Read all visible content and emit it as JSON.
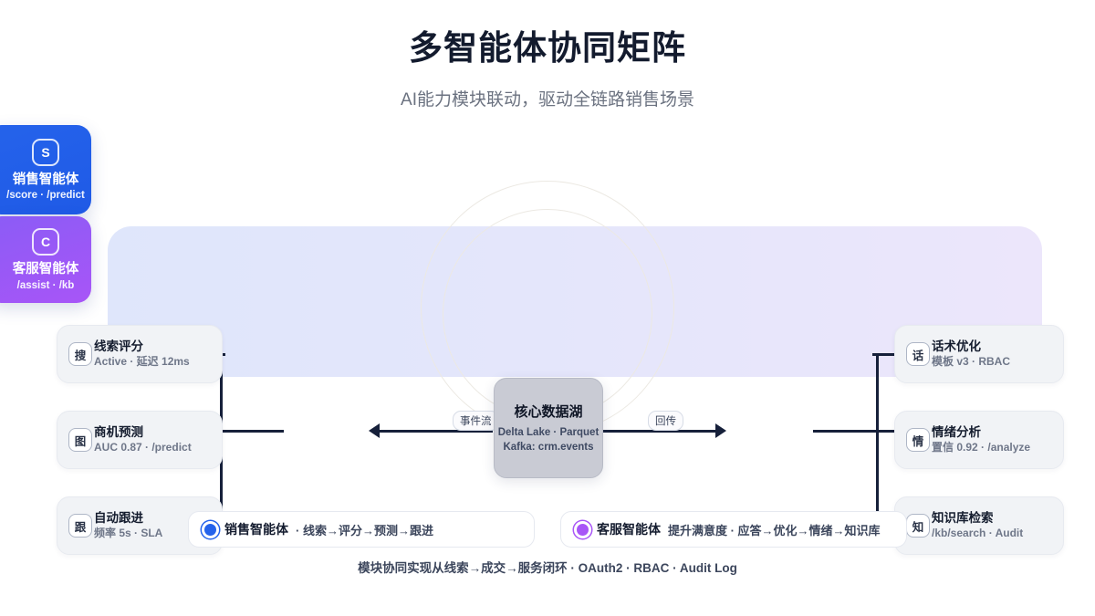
{
  "header": {
    "title": "多智能体协同矩阵",
    "subtitle": "AI能力模块联动，驱动全链路销售场景"
  },
  "agents": [
    {
      "badge": "S",
      "name": "销售智能体",
      "meta": "/score · /predict",
      "color": "#2563eb"
    },
    {
      "badge": "C",
      "name": "客服智能体",
      "meta": "/assist · /kb",
      "color": "#a855f7"
    }
  ],
  "left_modules": [
    {
      "icon": "搜",
      "title": "线索评分",
      "meta": "Active · 延迟 12ms"
    },
    {
      "icon": "图",
      "title": "商机预测",
      "meta": "AUC 0.87 · /predict"
    },
    {
      "icon": "跟",
      "title": "自动跟进",
      "meta": "频率 5s · SLA"
    }
  ],
  "right_modules": [
    {
      "icon": "话",
      "title": "话术优化",
      "meta": "模板 v3 · RBAC"
    },
    {
      "icon": "情",
      "title": "情绪分析",
      "meta": "置信 0.92 · /analyze"
    },
    {
      "icon": "知",
      "title": "知识库检索",
      "meta": "/kb/search · Audit"
    }
  ],
  "hub": {
    "title": "核心数据湖",
    "line1": "Delta Lake · Parquet",
    "line2": "Kafka: crm.events"
  },
  "flow": {
    "inbound_label": "事件流",
    "outbound_label": "回传"
  },
  "legend": [
    {
      "name": "销售智能体",
      "desc": "· 线索→评分→预测→跟进",
      "color": "#2563eb"
    },
    {
      "name": "客服智能体",
      "desc": "提升满意度 · 应答→优化→情绪→知识库",
      "color": "#a855f7"
    }
  ],
  "footer": "模块协同实现从线索→成交→服务闭环 · OAuth2 · RBAC · Audit Log"
}
